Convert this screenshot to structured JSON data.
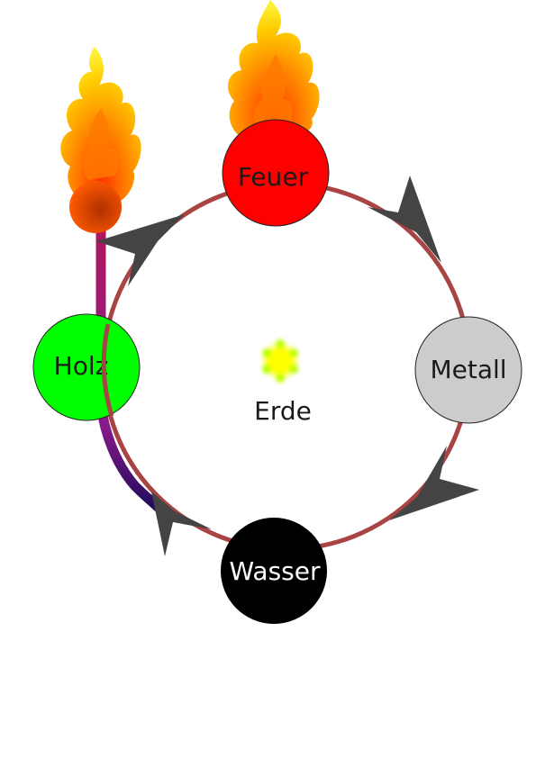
{
  "diagram": {
    "center_label": "Erde",
    "nodes": {
      "fire": {
        "label": "Feuer",
        "fill": "#ff0000",
        "text_color": "#1a1a1a"
      },
      "metal": {
        "label": "Metall",
        "fill": "#cccccc",
        "text_color": "#1a1a1a"
      },
      "water": {
        "label": "Wasser",
        "fill": "#000000",
        "text_color": "#ffffff"
      },
      "wood": {
        "label": "Holz",
        "fill": "#00ff00",
        "text_color": "#1a1a1a"
      }
    },
    "colors": {
      "cycle_ring": "#a94444",
      "arrow": "#444444",
      "torch_handle": "#b0185a",
      "torch_handle_low": "#4a0a8a",
      "earth_glow": "#ffff00",
      "flame_outer": "#ff6600",
      "flame_inner": "#ffdd00"
    },
    "icons": [
      "flame-icon",
      "flame-icon",
      "earth-star-icon",
      "arrow-head-icon"
    ]
  }
}
